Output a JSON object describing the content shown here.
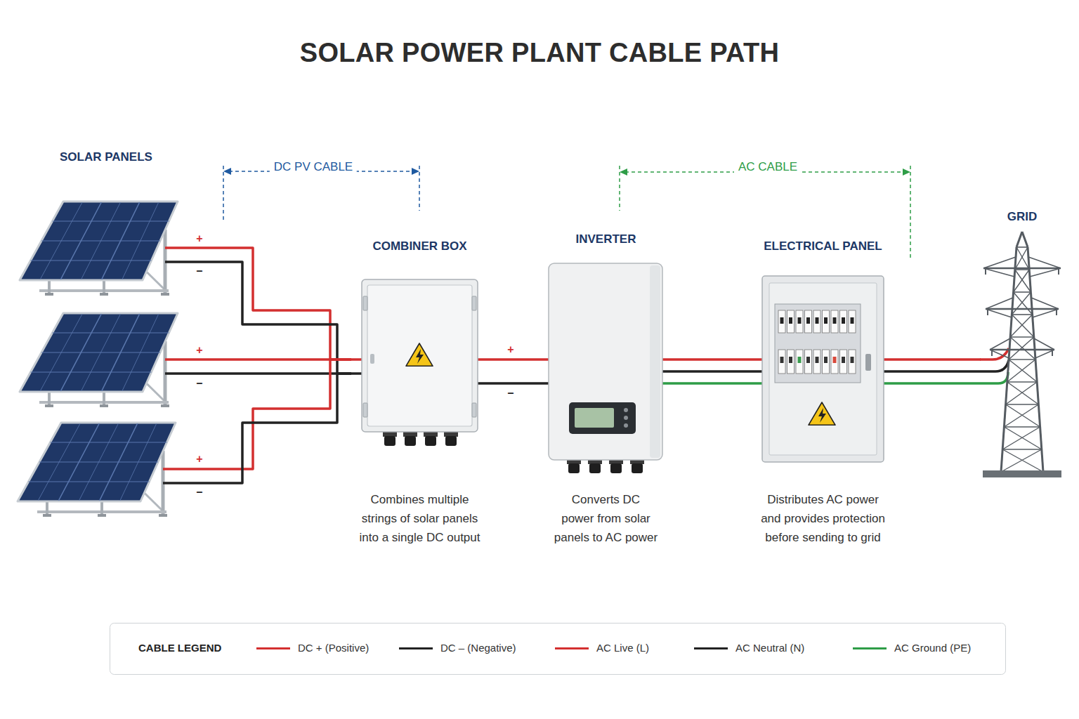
{
  "diagram": {
    "title": "SOLAR POWER PLANT CABLE PATH",
    "nodes": [
      {
        "text": [
          "SOLAR PANELS"
        ]
      },
      {
        "text": [
          "COMBINER BOX",
          "Combines multiple strings of solar panels into a single DC output"
        ]
      },
      {
        "text": [
          "INVERTER",
          "Converts DC power from solar panels to AC power"
        ]
      },
      {
        "text": [
          "ELECTRICAL PANEL",
          "Distributes AC power and provides protection before sending to grid"
        ]
      },
      {
        "text": [
          "GRID"
        ]
      }
    ],
    "edges": [
      {
        "from": 0,
        "to": 1,
        "arrow": "none"
      },
      {
        "from": 1,
        "to": 2,
        "arrow": "none"
      },
      {
        "from": 2,
        "to": 3,
        "arrow": "none"
      },
      {
        "from": 3,
        "to": 4,
        "arrow": "none"
      }
    ],
    "labels": [
      "DC PV CABLE",
      "AC CABLE",
      "+",
      "–",
      "+",
      "–",
      "+",
      "–",
      "+",
      "–",
      "CABLE LEGEND"
    ],
    "legend": [
      {
        "text": "DC + (Positive)",
        "color": "#d32f2f"
      },
      {
        "text": "DC – (Negative)",
        "color": "#222222"
      },
      {
        "text": "AC Live (L)",
        "color": "#d32f2f"
      },
      {
        "text": "AC Neutral (N)",
        "color": "#222222"
      },
      {
        "text": "AC Ground (PE)",
        "color": "#2e9d47"
      }
    ]
  }
}
